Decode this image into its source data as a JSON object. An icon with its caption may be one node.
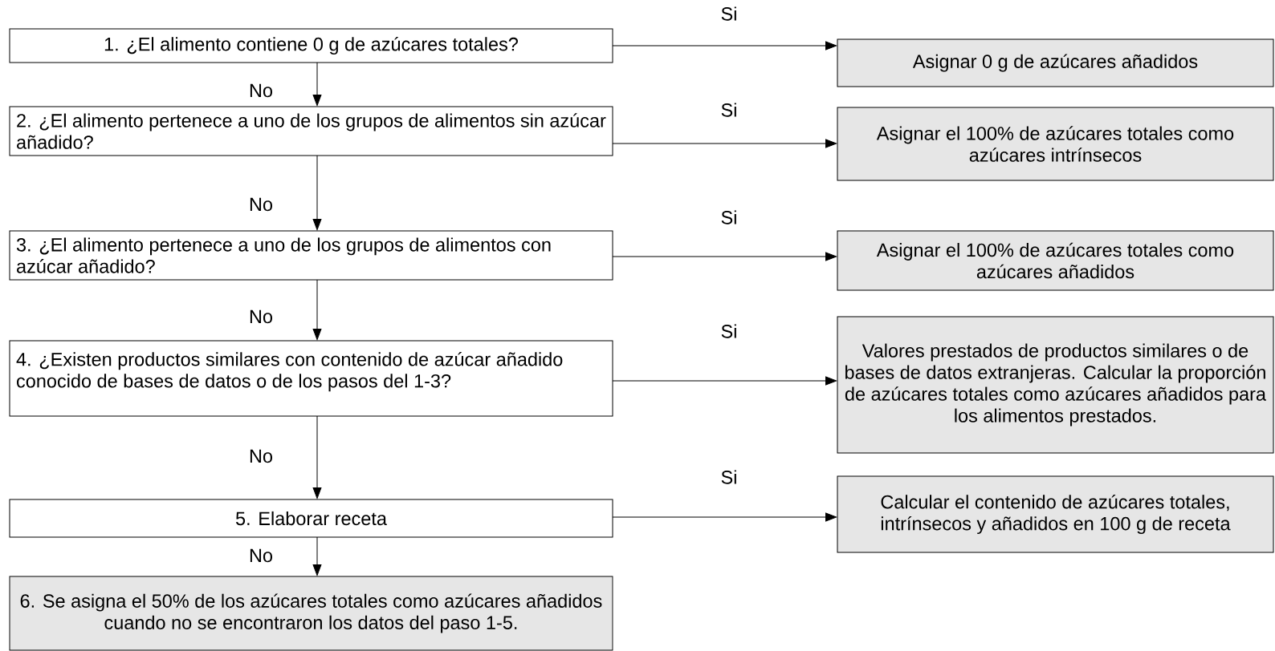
{
  "diagram": {
    "nodes": [
      {
        "text": [
          "1. ¿El alimento contiene 0 g de azúcares totales?"
        ]
      },
      {
        "text": [
          "Asignar 0 g de azúcares añadidos"
        ]
      },
      {
        "text": [
          "2. ¿El alimento pertenece a uno de los grupos de alimentos sin azúcar añadido?"
        ]
      },
      {
        "text": [
          "Asignar el 100% de azúcares totales como azúcares intrínsecos"
        ]
      },
      {
        "text": [
          "3. ¿El alimento pertenece a uno de los grupos de alimentos con azúcar añadido?"
        ]
      },
      {
        "text": [
          "Asignar el 100% de azúcares totales como azúcares añadidos"
        ]
      },
      {
        "text": [
          "4. ¿Existen productos similares con contenido de azúcar añadido conocido de bases de datos o de los pasos del 1-3?"
        ]
      },
      {
        "text": [
          "Valores prestados de productos similares o de bases de datos extranjeras. Calcular la proporción de azúcares totales como azúcares añadidos para los alimentos prestados."
        ]
      },
      {
        "text": [
          "5. Elaborar receta"
        ]
      },
      {
        "text": [
          "Calcular el contenido de azúcares totales, intrínsecos y añadidos en 100 g de receta"
        ]
      },
      {
        "text": [
          "6. Se asigna el 50% de los azúcares totales como azúcares añadidos cuando no se encontraron los datos del paso 1-5."
        ]
      }
    ],
    "edges": [
      {
        "from": 0,
        "to": 1,
        "arrow": "to",
        "label": "Si"
      },
      {
        "from": 0,
        "to": 2,
        "arrow": "to",
        "label": "No"
      },
      {
        "from": 2,
        "to": 3,
        "arrow": "to",
        "label": "Si"
      },
      {
        "from": 2,
        "to": 4,
        "arrow": "to",
        "label": "No"
      },
      {
        "from": 4,
        "to": 5,
        "arrow": "to",
        "label": "Si"
      },
      {
        "from": 4,
        "to": 6,
        "arrow": "to",
        "label": "No"
      },
      {
        "from": 6,
        "to": 7,
        "arrow": "to",
        "label": "Si"
      },
      {
        "from": 6,
        "to": 8,
        "arrow": "to",
        "label": "No"
      },
      {
        "from": 8,
        "to": 9,
        "arrow": "to",
        "label": "Si"
      },
      {
        "from": 8,
        "to": 10,
        "arrow": "to",
        "label": "No"
      }
    ]
  }
}
